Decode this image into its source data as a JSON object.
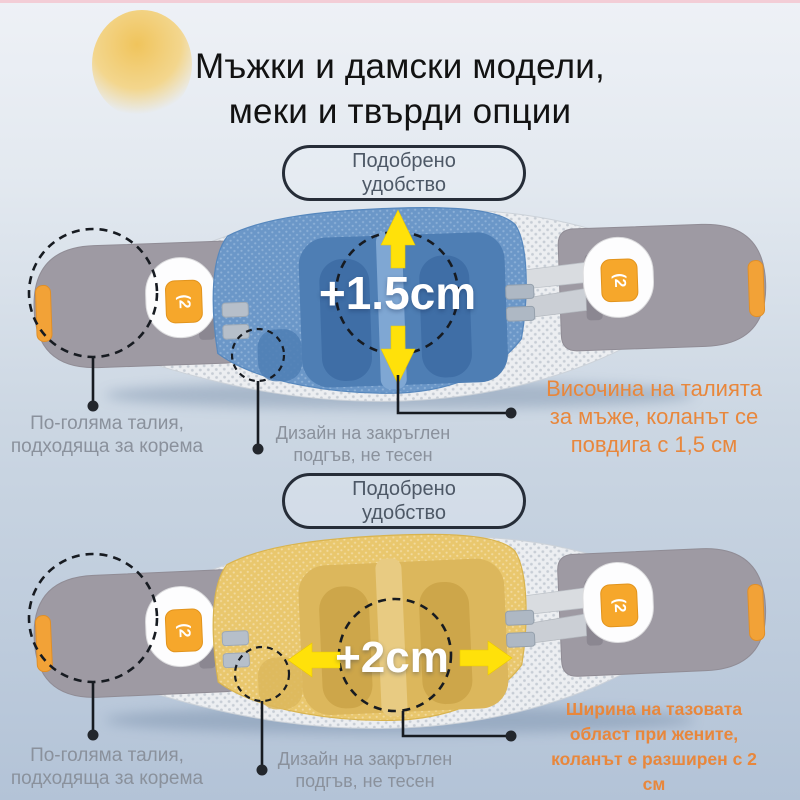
{
  "title": {
    "line1": "Мъжки и дамски модели,",
    "line2": "меки и твърди опции"
  },
  "brand_logo": "(2",
  "men": {
    "badge": {
      "line1": "Подобрено",
      "line2": "удобство"
    },
    "measurement": "+1.5cm",
    "label_left": {
      "line1": "По-голяма талия,",
      "line2": "подходяща за корема"
    },
    "label_mid": {
      "line1": "Дизайн на закръглен",
      "line2": "подгъв, не тесен"
    },
    "note": {
      "line1": "Височина на талията",
      "line2": "за мъже, коланът се",
      "line3": "повдига с 1,5 см"
    },
    "panel_color": "#6b97c8"
  },
  "women": {
    "badge": {
      "line1": "Подобрено",
      "line2": "удобство"
    },
    "measurement": "+2cm",
    "label_left": {
      "line1": "По-голяма талия,",
      "line2": "подходяща за корема"
    },
    "label_mid": {
      "line1": "Дизайн на закръглен",
      "line2": "подгъв, не тесен"
    },
    "note": {
      "line1": "Ширина на тазовата",
      "line2": "област при жените,",
      "line3": "коланът е разширен с 2",
      "line4": "см"
    },
    "panel_color": "#e9c76d"
  },
  "colors": {
    "accent_orange": "#e8873c",
    "arrow_yellow": "#ffe10a",
    "annotation_dark": "#171b21",
    "label_gray": "#8a919c",
    "strap_gray": "#9e9aa3",
    "logo_orange": "#f6a72b"
  }
}
